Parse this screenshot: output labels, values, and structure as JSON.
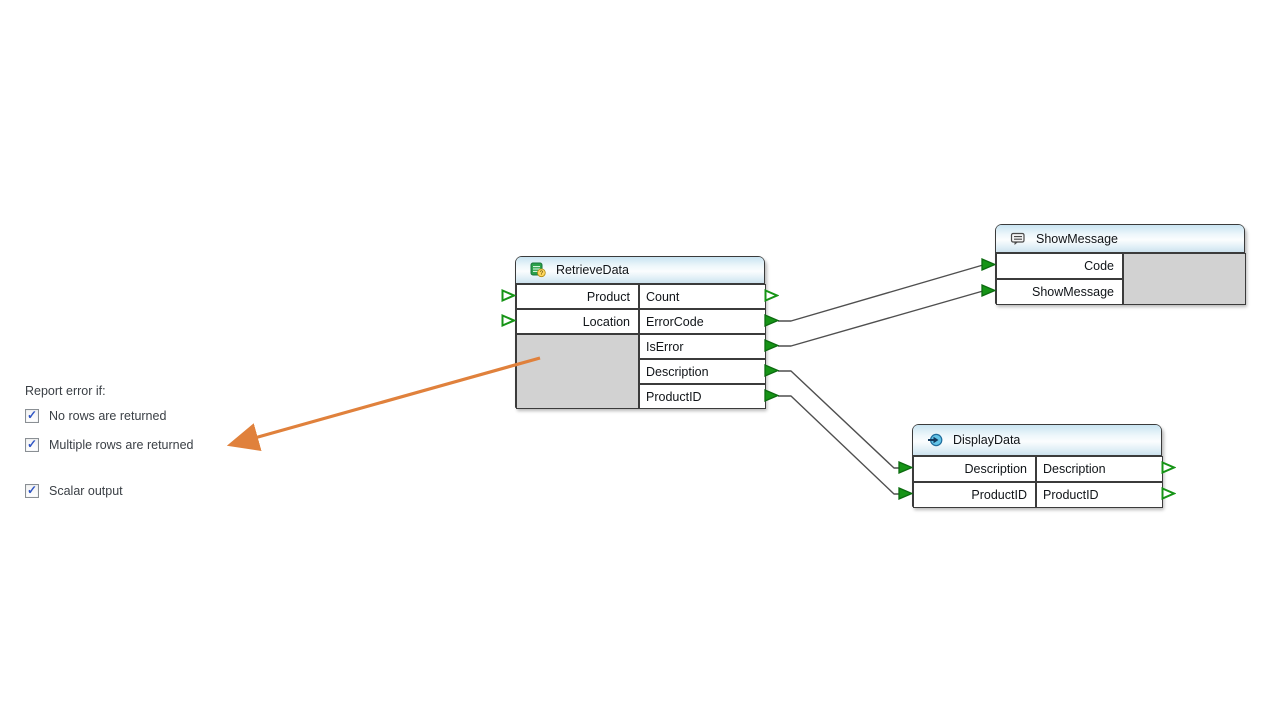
{
  "panel": {
    "heading": "Report error if:",
    "check_glyph": "✓",
    "checkboxes": [
      {
        "label": "No rows are returned",
        "checked": true
      },
      {
        "label": "Multiple rows are returned",
        "checked": true
      },
      {
        "label": "Scalar output",
        "checked": true
      }
    ]
  },
  "nodes": {
    "retrieveData": {
      "title": "RetrieveData",
      "icon": "database-query-icon",
      "inputs": [
        "Product",
        "Location"
      ],
      "outputs": [
        "Count",
        "ErrorCode",
        "IsError",
        "Description",
        "ProductID"
      ]
    },
    "showMessage": {
      "title": "ShowMessage",
      "icon": "message-bubble-icon",
      "inputs": [
        "Code",
        "ShowMessage"
      ],
      "outputs": []
    },
    "displayData": {
      "title": "DisplayData",
      "icon": "arrow-into-circle-icon",
      "inputs": [
        "Description",
        "ProductID"
      ],
      "outputs": [
        "Description",
        "ProductID"
      ]
    }
  },
  "connections": [
    {
      "from": "RetrieveData.ErrorCode",
      "to": "ShowMessage.Code"
    },
    {
      "from": "RetrieveData.IsError",
      "to": "ShowMessage.ShowMessage"
    },
    {
      "from": "RetrieveData.Description",
      "to": "DisplayData.Description"
    },
    {
      "from": "RetrieveData.ProductID",
      "to": "DisplayData.ProductID"
    }
  ],
  "annotation": {
    "type": "arrow",
    "color": "#e0813c",
    "points_to": "Multiple rows are returned"
  },
  "colors": {
    "port_green": "#169416",
    "gray_fill": "#d2d2d2",
    "wire": "#4f4f4f",
    "header_blue": "#c9e4f1"
  }
}
